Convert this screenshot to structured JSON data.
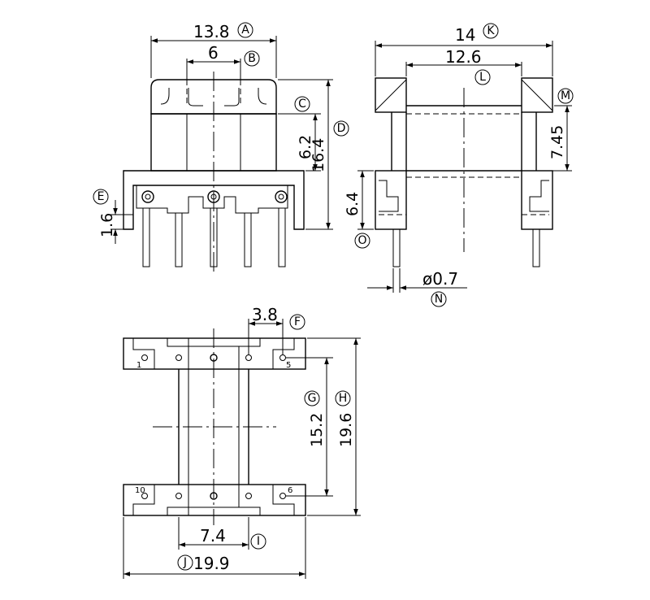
{
  "drawing": {
    "front_view": {
      "dimensions": {
        "width_13_8": "13.8",
        "pitch_6": "6",
        "height_6_2": "6.2",
        "height_16_4": "16.4",
        "flange_1_6": "1.6"
      },
      "markers": {
        "A": "A",
        "B": "B",
        "C": "C",
        "D": "D",
        "E": "E"
      }
    },
    "side_view": {
      "dimensions": {
        "width_14": "14",
        "width_12_6": "12.6",
        "height_7_45": "7.45",
        "height_6_4": "6.4",
        "pin_diameter": "ø0.7"
      },
      "markers": {
        "K": "K",
        "L": "L",
        "M": "M",
        "O": "O",
        "N": "N"
      }
    },
    "bottom_view": {
      "dimensions": {
        "pin_pitch_3_8": "3.8",
        "row_distance_15_2": "15.2",
        "overall_19_6": "19.6",
        "inner_7_4": "7.4",
        "overall_19_9": "19.9"
      },
      "markers": {
        "F": "F",
        "G": "G",
        "H": "H",
        "I": "I",
        "J": "J"
      },
      "pin_numbers": {
        "pin1": "1",
        "pin5": "5",
        "pin10": "10",
        "pin6": "6"
      }
    }
  }
}
